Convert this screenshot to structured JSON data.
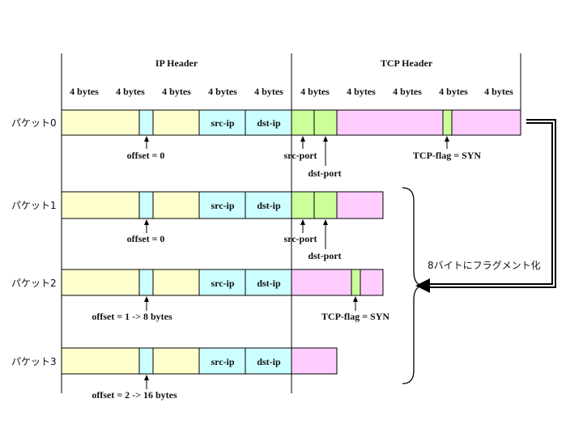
{
  "headers": {
    "ip": "IP Header",
    "tcp": "TCP Header"
  },
  "byte_label": "4 bytes",
  "colors": {
    "ip_fill": "#ffffcc",
    "cyan": "#ccffff",
    "tcp_fill": "#ffccff",
    "green": "#ccff99",
    "line": "#000000"
  },
  "packets": [
    {
      "label": "パケット0",
      "src_ip": "src-ip",
      "dst_ip": "dst-ip",
      "offset_label": "offset = 0",
      "src_port": "src-port",
      "dst_port": "dst-port",
      "flag_label": "TCP-flag = SYN"
    },
    {
      "label": "パケット1",
      "src_ip": "src-ip",
      "dst_ip": "dst-ip",
      "offset_label": "offset = 0",
      "src_port": "src-port",
      "dst_port": "dst-port"
    },
    {
      "label": "パケット2",
      "src_ip": "src-ip",
      "dst_ip": "dst-ip",
      "offset_label": "offset = 1 -> 8 bytes",
      "flag_label": "TCP-flag = SYN"
    },
    {
      "label": "パケット3",
      "src_ip": "src-ip",
      "dst_ip": "dst-ip",
      "offset_label": "offset = 2 -> 16 bytes"
    }
  ],
  "fragment_note": "8バイトにフラグメント化"
}
